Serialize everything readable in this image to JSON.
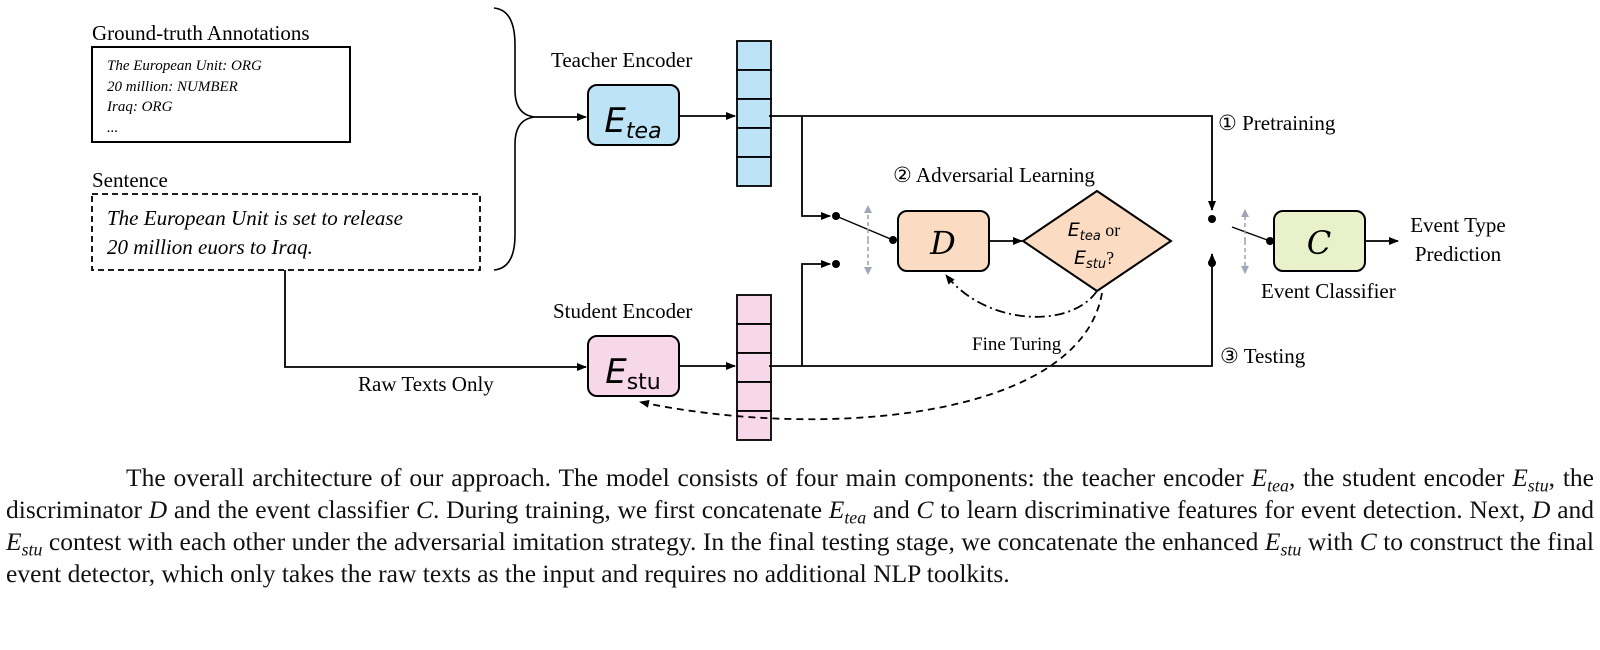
{
  "annotations": {
    "title": "Ground-truth Annotations",
    "lines": [
      "The European Unit: ORG",
      "20 million: NUMBER",
      "Iraq: ORG",
      "..."
    ]
  },
  "sentence": {
    "title": "Sentence",
    "lines": [
      "The European Unit is set to release",
      "20 million euors to Iraq."
    ]
  },
  "teacher": {
    "title": "Teacher Encoder",
    "symbol": "E",
    "sub": "tea"
  },
  "student": {
    "title": "Student Encoder",
    "symbol": "E",
    "sub": "stu"
  },
  "raw_texts_label": "Raw Texts Only",
  "adversarial_label": "② Adversarial Learning",
  "discriminator": {
    "symbol": "D"
  },
  "decision": {
    "line1_sub": "tea",
    "line1_rest": " or",
    "line2_sub": "stu",
    "line2_rest": "?"
  },
  "fine_tuning_label": "Fine Turing",
  "pretraining_label": "① Pretraining",
  "testing_label": "③ Testing",
  "classifier": {
    "symbol": "C",
    "label": "Event Classifier"
  },
  "prediction": {
    "line1": "Event Type",
    "line2": "Prediction"
  },
  "colors": {
    "teacher_fill": "#bde3f7",
    "student_fill": "#f7d7ea",
    "discriminator_fill": "#fbdcc2",
    "decision_fill": "#fbdcc2",
    "classifier_fill": "#e9f1cb",
    "switch_arrow": "#a0a6b8"
  },
  "caption": {
    "p1": "The overall architecture of our approach. The model consists of four main components: the teacher encoder ",
    "p2": ", the student encoder ",
    "p3": ", the discriminator ",
    "p4": " and the event classifier ",
    "p5": ". During training, we first concatenate ",
    "p6": " and ",
    "p7": " to learn discriminative features for event detection. Next, ",
    "p8": " and ",
    "p9": " contest with each other under the adversarial imitation strategy. In the final testing stage, we concatenate the enhanced ",
    "p10": " with ",
    "p11": " to construct the final event detector, which only takes the raw texts as the input and requires no additional NLP toolkits.",
    "E": "E",
    "tea": "tea",
    "stu": "stu",
    "D": "D",
    "C": "C"
  }
}
